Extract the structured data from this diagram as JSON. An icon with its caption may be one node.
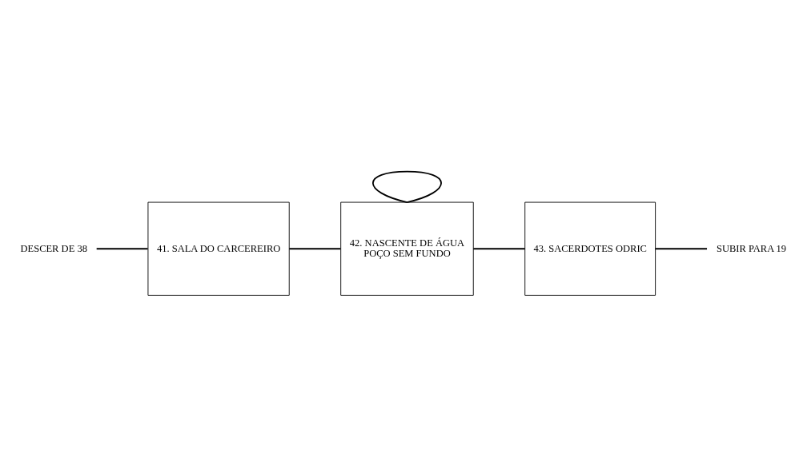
{
  "diagram": {
    "nodes": [
      {
        "text": [
          "41. SALA DO CARCEREIRO"
        ]
      },
      {
        "text": [
          "42. NASCENTE DE ÁGUA",
          "POÇO SEM FUNDO"
        ]
      },
      {
        "text": [
          "43. SACERDOTES ODRIC"
        ]
      },
      {
        "text": [
          "DESCER DE 38"
        ]
      },
      {
        "text": [
          "SUBIR PARA 19"
        ]
      }
    ],
    "edges": [
      {
        "from": 3,
        "to": 0,
        "arrow": "none"
      },
      {
        "from": 0,
        "to": 1,
        "arrow": "none"
      },
      {
        "from": 1,
        "to": 1,
        "arrow": "none"
      },
      {
        "from": 1,
        "to": 2,
        "arrow": "none"
      },
      {
        "from": 2,
        "to": 4,
        "arrow": "none"
      }
    ]
  }
}
